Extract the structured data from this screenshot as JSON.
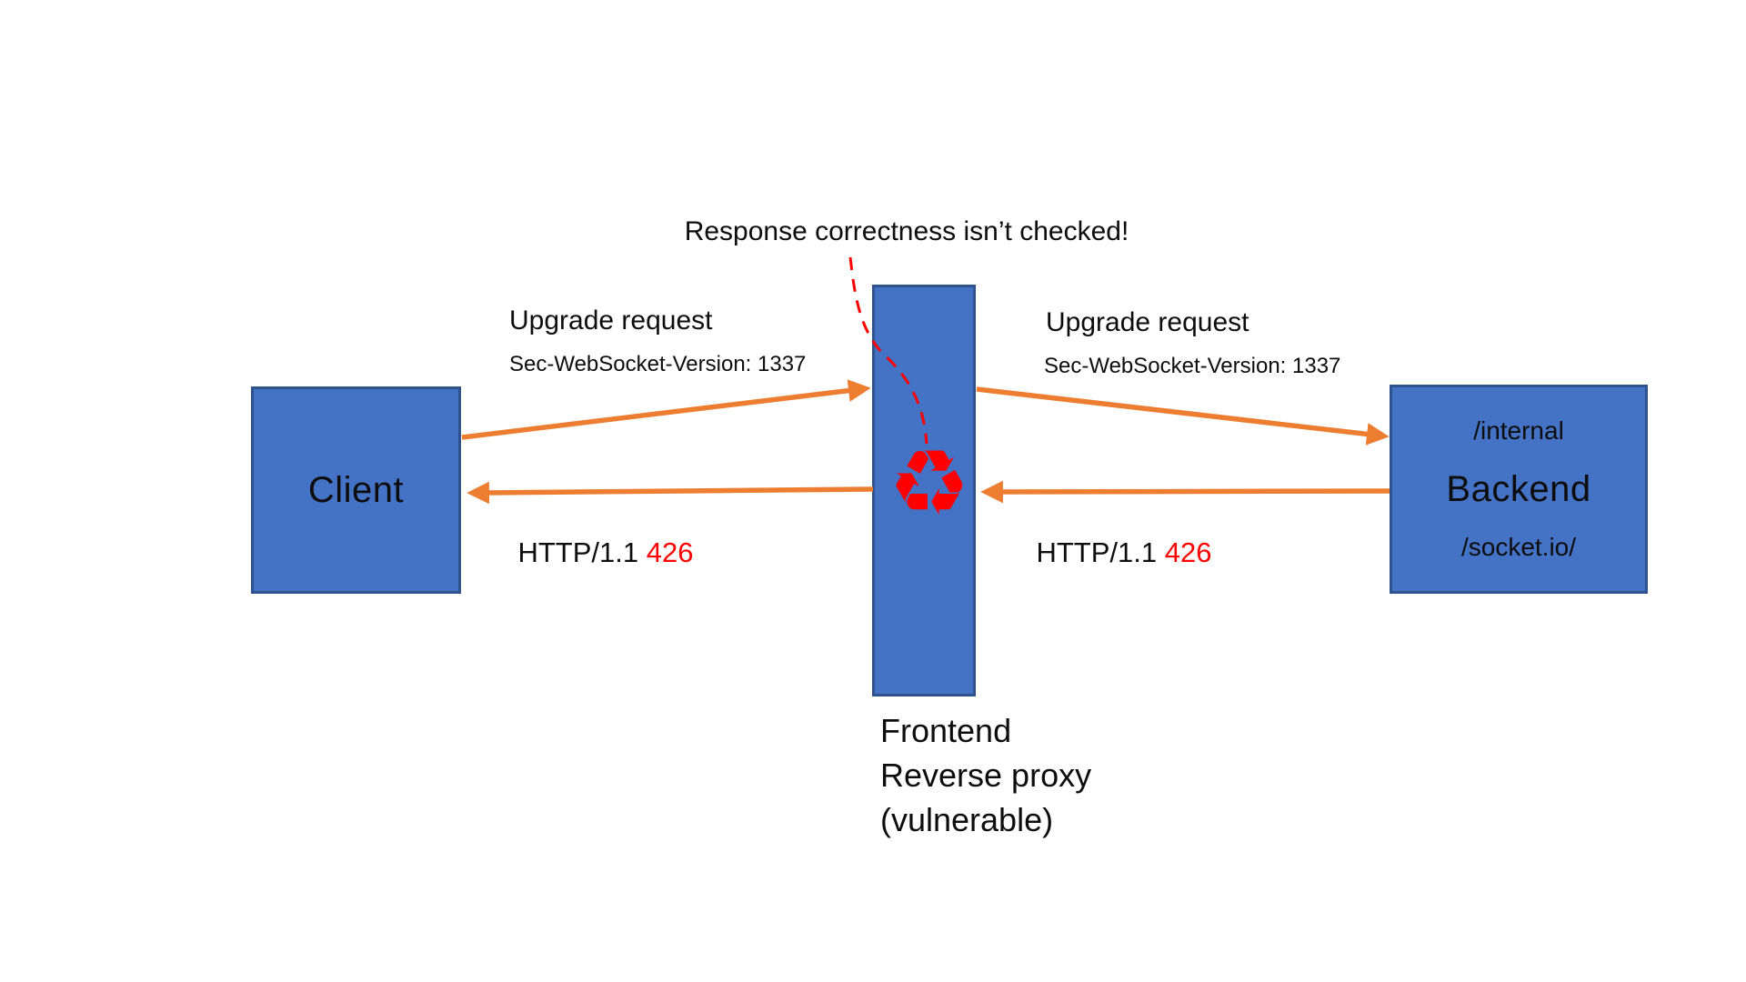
{
  "title": {
    "text": "Response correctness isn’t checked!"
  },
  "nodes": {
    "client": {
      "label": "Client"
    },
    "proxy": {
      "label_lines": [
        "Frontend",
        "Reverse proxy",
        "(vulnerable)"
      ]
    },
    "backend": {
      "label": "Backend",
      "path_top": "/internal",
      "path_bottom": "/socket.io/"
    }
  },
  "messages": {
    "client_to_proxy": {
      "title": "Upgrade request",
      "header": "Sec-WebSocket-Version: 1337"
    },
    "proxy_to_backend": {
      "title": "Upgrade request",
      "header": "Sec-WebSocket-Version: 1337"
    },
    "proxy_to_client": {
      "prefix": "HTTP/1.1 ",
      "code": "426"
    },
    "backend_to_proxy": {
      "prefix": "HTTP/1.1 ",
      "code": "426"
    }
  },
  "icons": {
    "recycle_glyph": "♻"
  },
  "colors": {
    "node_fill": "#4472C4",
    "node_border": "#2F528F",
    "arrow_orange": "#ED7D31",
    "alert_red": "#FF0000",
    "text_black": "#0d0d0d"
  }
}
